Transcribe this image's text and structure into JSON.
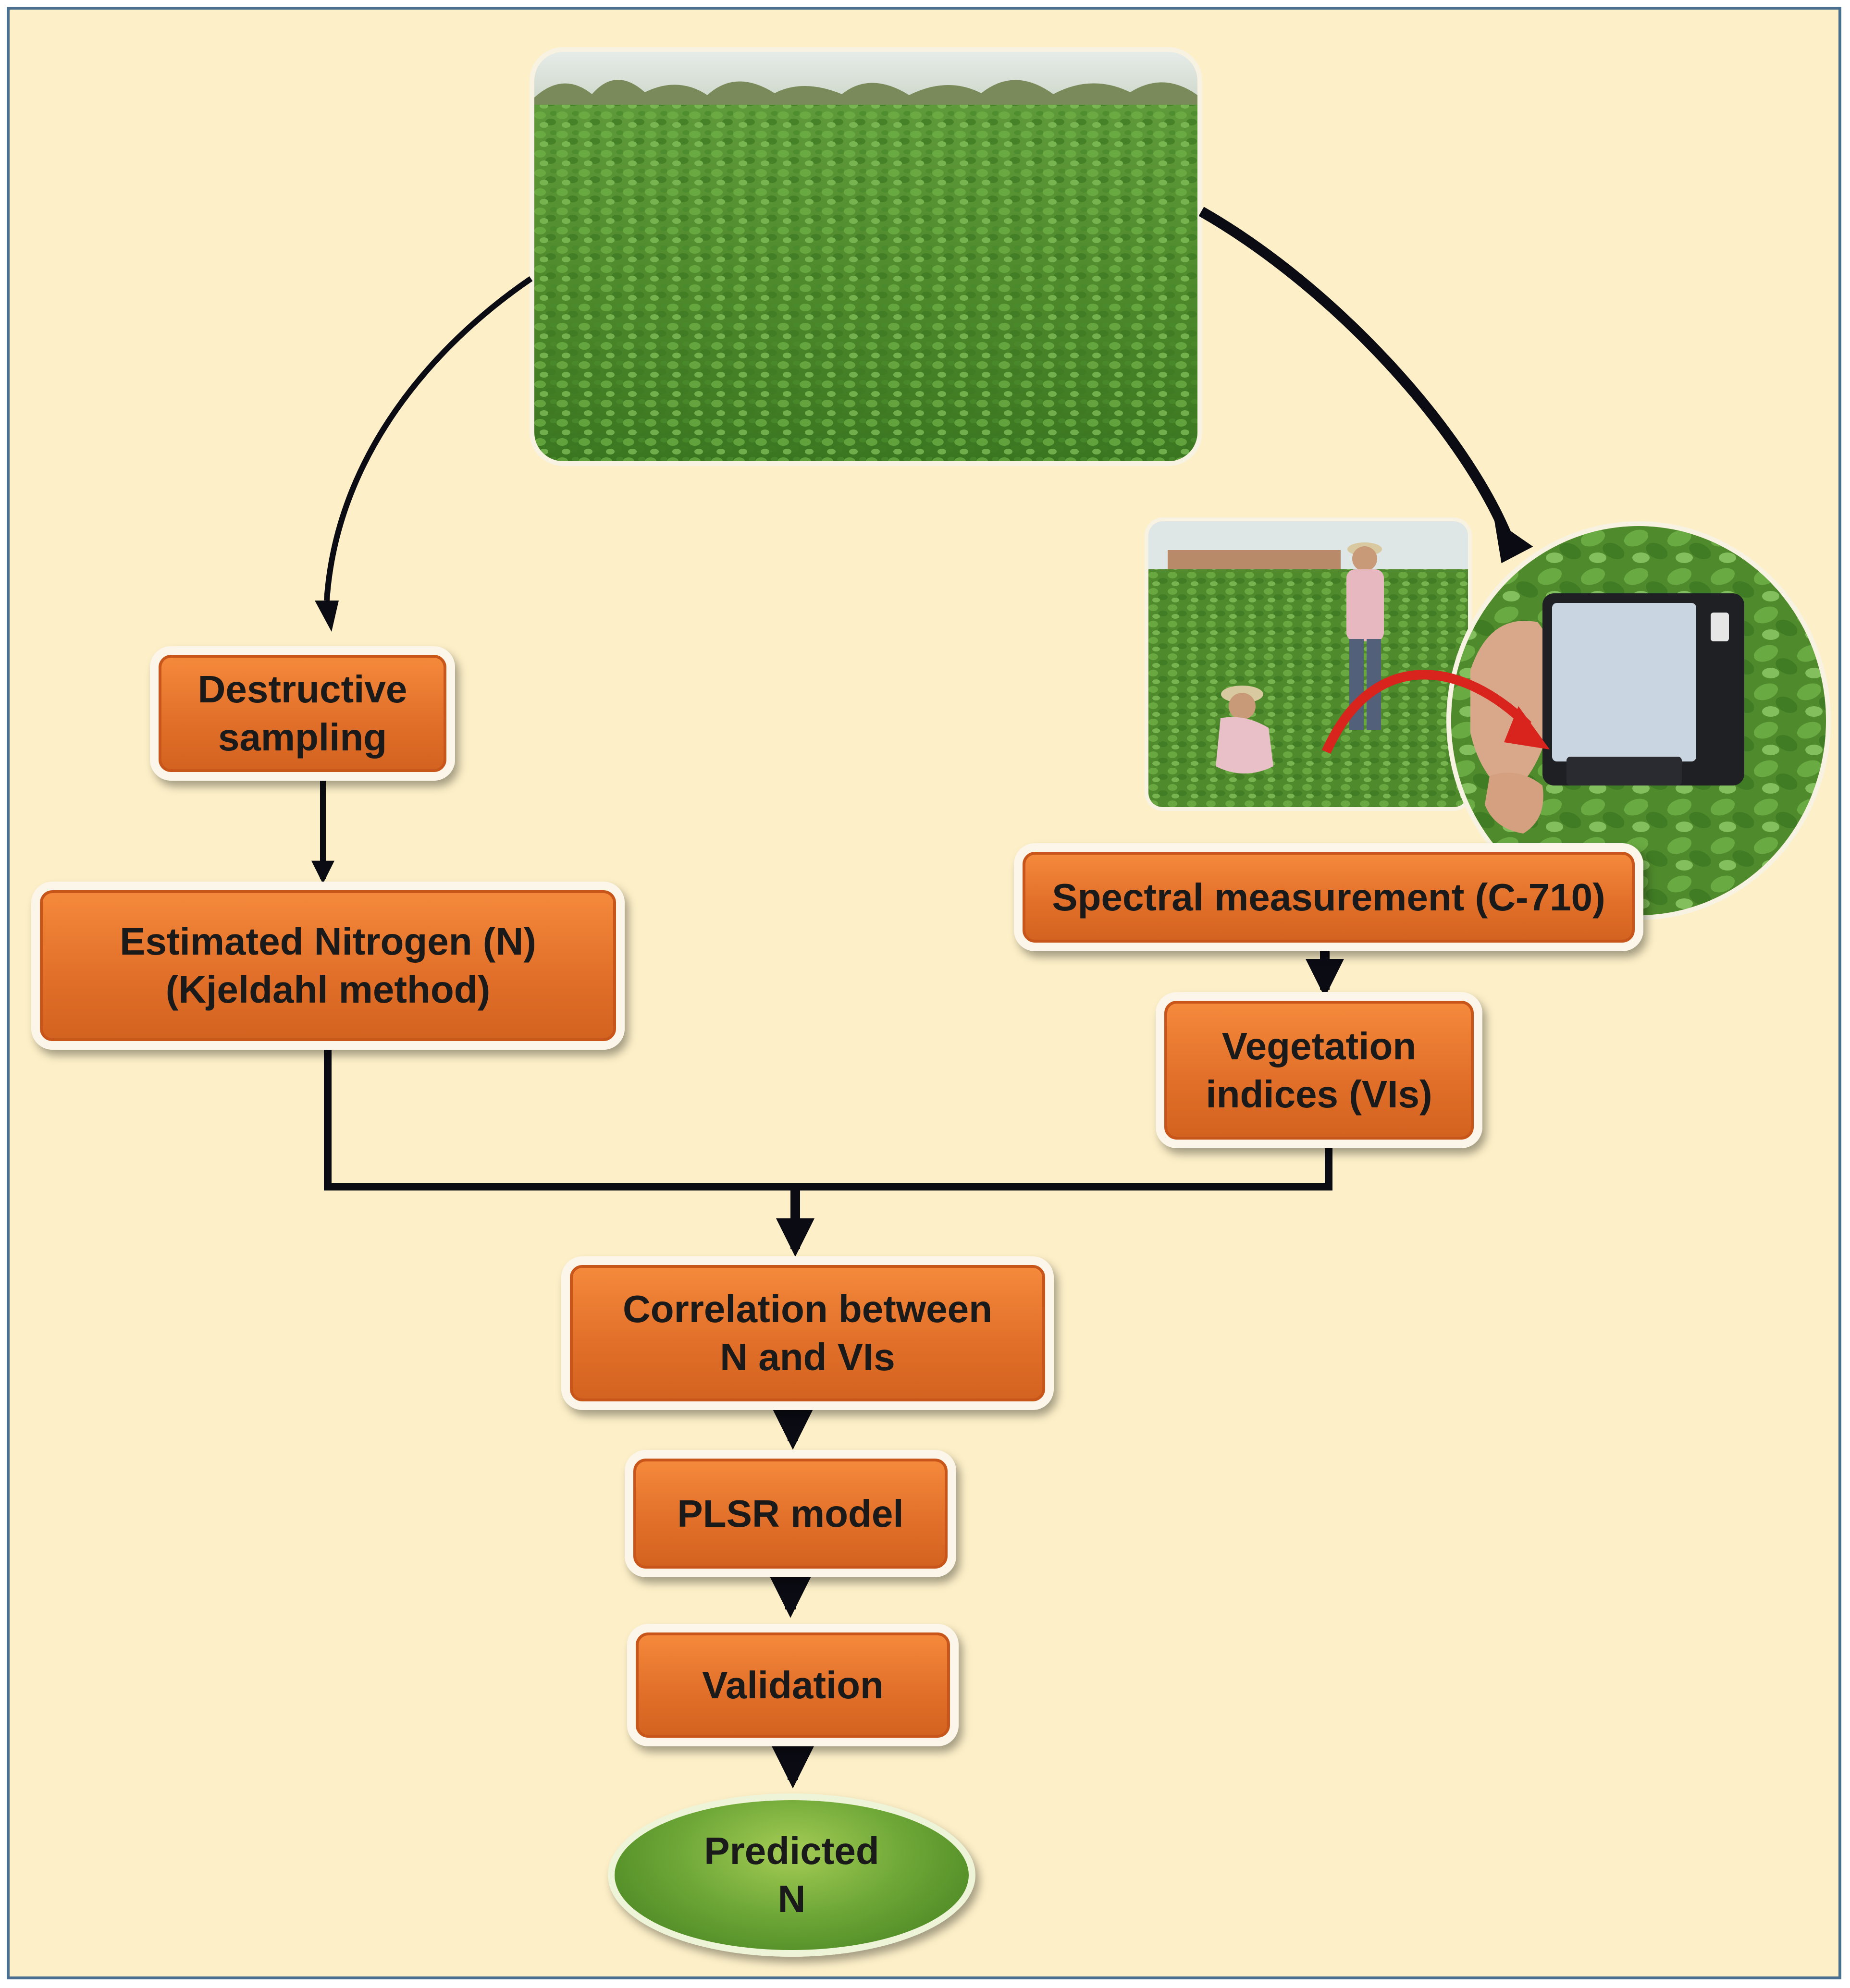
{
  "nodes": {
    "destructive_sampling": "Destructive\nsampling",
    "estimated_nitrogen": "Estimated Nitrogen (N)\n(Kjeldahl method)",
    "spectral_measurement": "Spectral measurement (C-710)",
    "vegetation_indices": "Vegetation\nindices (VIs)",
    "correlation": "Correlation between\nN and VIs",
    "plsr_model": "PLSR model",
    "validation": "Validation",
    "predicted_n": "Predicted\nN"
  },
  "photos": {
    "field": "crop-field-photo",
    "field_workers": "field-measurement-photo",
    "spectrometer": "handheld-spectrometer-photo"
  },
  "colors": {
    "background": "#fdf0c8",
    "frame_border": "#4a6f8e",
    "box_fill": "#e2702a",
    "oval_fill": "#6fa838",
    "connector": "#0b0b14",
    "curved_arrow": "#d8241c"
  }
}
